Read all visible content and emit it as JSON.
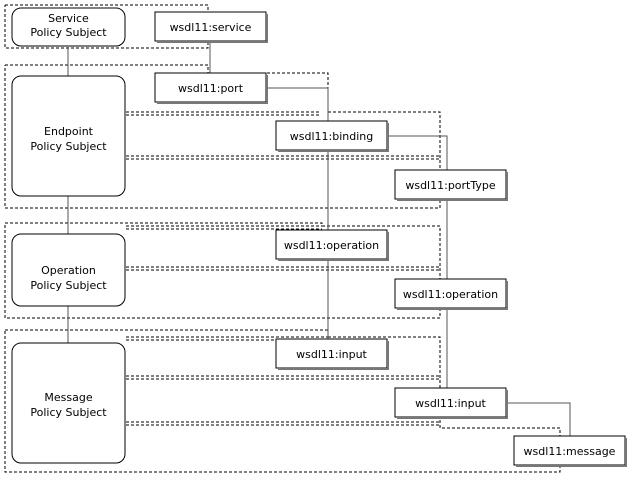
{
  "subjects": [
    {
      "id": "service",
      "lines": [
        "Service",
        "Policy Subject"
      ]
    },
    {
      "id": "endpoint",
      "lines": [
        "Endpoint",
        "Policy Subject"
      ]
    },
    {
      "id": "operation",
      "lines": [
        "Operation",
        "Policy Subject"
      ]
    },
    {
      "id": "message",
      "lines": [
        "Message",
        "Policy Subject"
      ]
    }
  ],
  "wsdl_elements": [
    {
      "id": "service",
      "label": "wsdl11:service"
    },
    {
      "id": "port",
      "label": "wsdl11:port"
    },
    {
      "id": "binding",
      "label": "wsdl11:binding"
    },
    {
      "id": "porttype",
      "label": "wsdl11:portType"
    },
    {
      "id": "binding-operation",
      "label": "wsdl11:operation"
    },
    {
      "id": "porttype-operation",
      "label": "wsdl11:operation"
    },
    {
      "id": "binding-input",
      "label": "wsdl11:input"
    },
    {
      "id": "porttype-input",
      "label": "wsdl11:input"
    },
    {
      "id": "message",
      "label": "wsdl11:message"
    }
  ]
}
